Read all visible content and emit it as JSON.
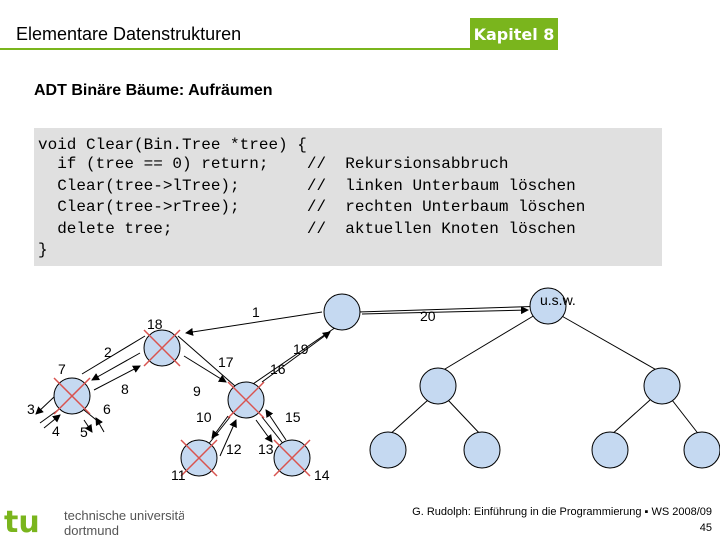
{
  "header": {
    "title": "Elementare Datenstrukturen",
    "chapter": "Kapitel 8"
  },
  "slide": {
    "subtitle": "ADT Binäre Bäume: Aufräumen"
  },
  "code": {
    "lines": [
      "void Clear(Bin.Tree *tree) {",
      "  if (tree == 0) return;    //  Rekursionsabbruch",
      "  Clear(tree->lTree);       //  linken Unterbaum löschen",
      "  Clear(tree->rTree);       //  rechten Unterbaum löschen",
      "  delete tree;              //  aktuellen Knoten löschen",
      "}"
    ]
  },
  "diagram": {
    "labels": [
      "1",
      "2",
      "3",
      "4",
      "5",
      "6",
      "7",
      "8",
      "9",
      "10",
      "11",
      "12",
      "13",
      "14",
      "15",
      "16",
      "17",
      "18",
      "19",
      "20"
    ],
    "usw": "u.s.w."
  },
  "footer": {
    "logo_line1": "technische universität",
    "logo_line2": "dortmund",
    "course": "G. Rudolph: Einführung in die Programmierung ▪ WS 2008/09",
    "page": "45"
  },
  "colors": {
    "accent": "#7ab51d",
    "node_fill": "#c5d9f1",
    "cross": "#d9534f",
    "code_bg": "#e0e0e0"
  }
}
